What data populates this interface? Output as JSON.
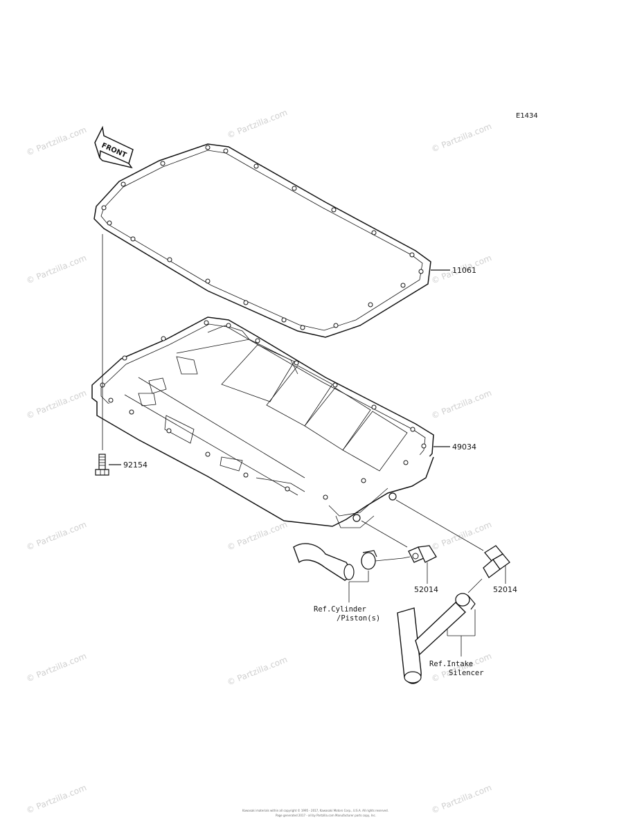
{
  "diagram_code": "E1434",
  "front_label": "FRONT",
  "watermark": "© Partzilla.com",
  "parts": {
    "gasket": "11061",
    "oil_pan": "49034",
    "bolt": "92154",
    "fitting_left": "52014",
    "fitting_right": "52014"
  },
  "refs": {
    "cylinder_line1": "Ref.Cylinder",
    "cylinder_line2": "/Piston(s)",
    "intake_line1": "Ref.Intake",
    "intake_line2": "Silencer"
  },
  "footer": {
    "line1": "Kawasaki materials within all copyright © 1995 - 2017, Kawasaki Motors Corp., U.S.A. All rights reserved.",
    "line2": "Page generated 2017 - all by Partzilla.com Manufacturer parts copy, Inc."
  }
}
